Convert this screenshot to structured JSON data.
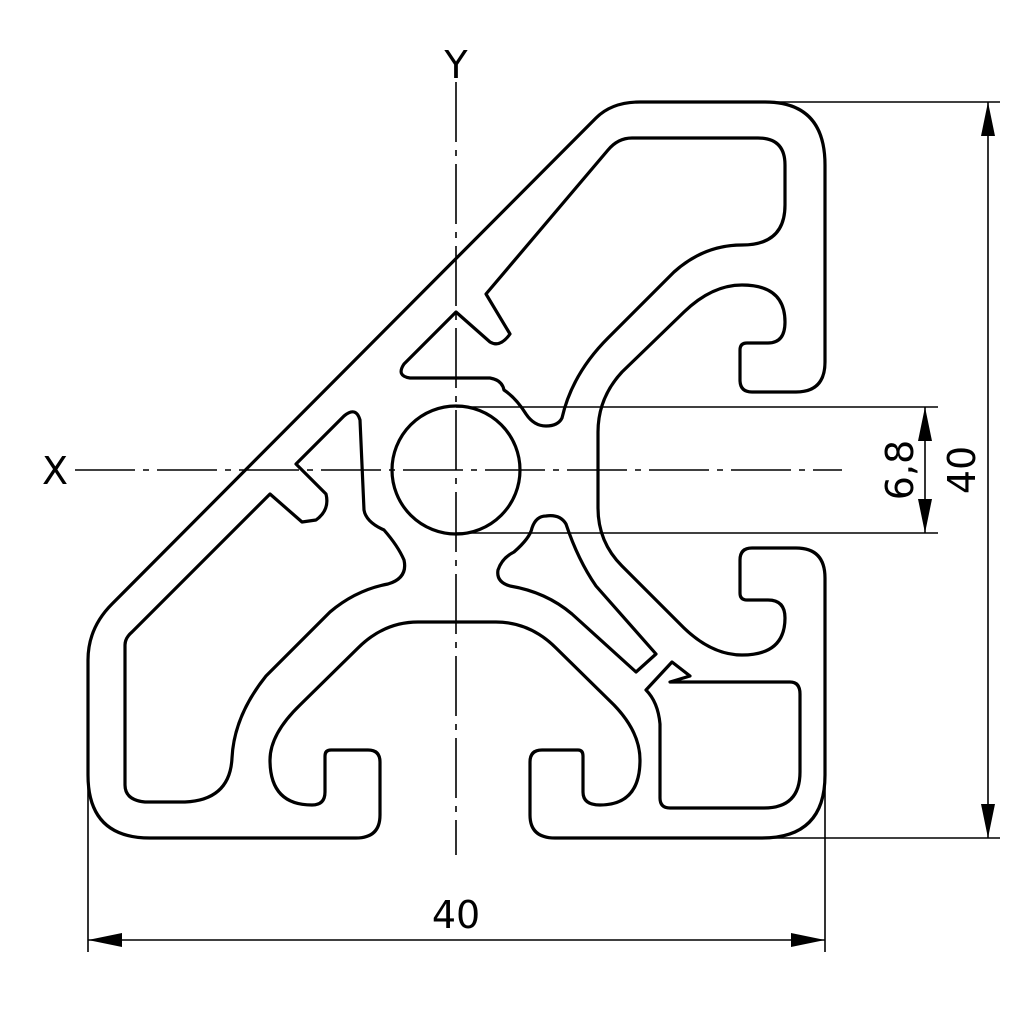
{
  "drawing": {
    "axis_labels": {
      "y": "Y",
      "x": "X"
    },
    "dimensions": {
      "width": "40",
      "height": "40",
      "bore": "6,8"
    },
    "line_color": "#000000",
    "background": "#ffffff"
  }
}
